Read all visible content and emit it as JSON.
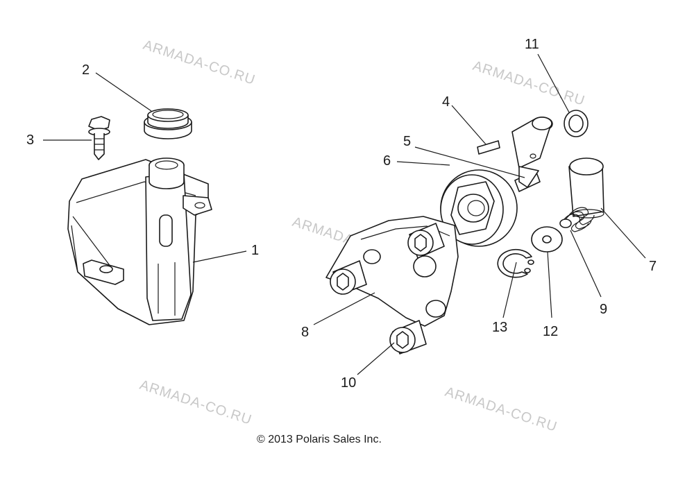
{
  "callouts": {
    "c1": "1",
    "c2": "2",
    "c3": "3",
    "c4": "4",
    "c5": "5",
    "c6": "6",
    "c7": "7",
    "c8": "8",
    "c9": "9",
    "c10": "10",
    "c11": "11",
    "c12": "12",
    "c13": "13"
  },
  "watermark": "ARMADA-CO.RU",
  "copyright": "© 2013 Polaris Sales Inc."
}
